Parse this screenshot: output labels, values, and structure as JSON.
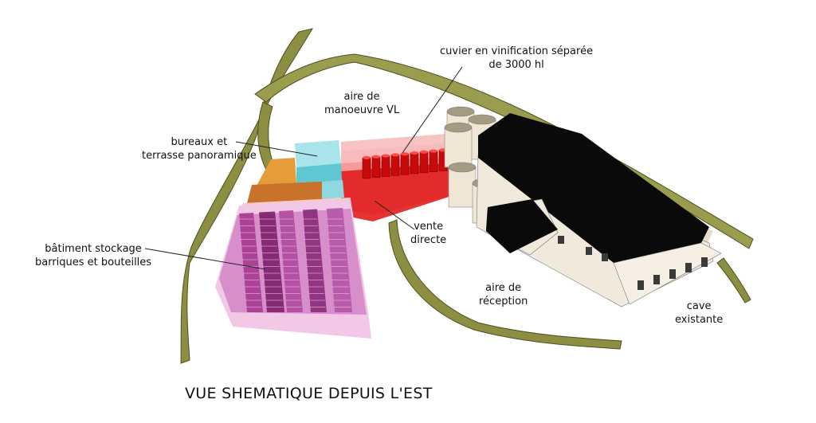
{
  "title": "VUE SHEMATIQUE DEPUIS L'EST",
  "labels": {
    "cuvier": [
      "cuvier en vinification séparée",
      "de 3000 hl"
    ],
    "aire_manoeuvre": [
      "aire de",
      "manoeuvre VL"
    ],
    "bureaux": [
      "bureaux et",
      "terrasse panoramique"
    ],
    "batiment_stockage": [
      "bâtiment stockage",
      "barriques et bouteilles"
    ],
    "vente_directe": [
      "vente",
      "directe"
    ],
    "aire_reception": [
      "aire de",
      "réception"
    ],
    "cave_existante": [
      "cave",
      "existante"
    ]
  },
  "colors": {
    "road": "#8c8f42",
    "red_building": "#e01010",
    "pink_roof": "#f6b9b9",
    "teal": "#5ec7d2",
    "orange": "#e79c3a",
    "storage_purple": "#9a2c84",
    "storage_pink": "#f2c8e6",
    "black_roof": "#0a0a0a",
    "wall_cream": "#f1eadc",
    "tank": "#efe6d6"
  }
}
